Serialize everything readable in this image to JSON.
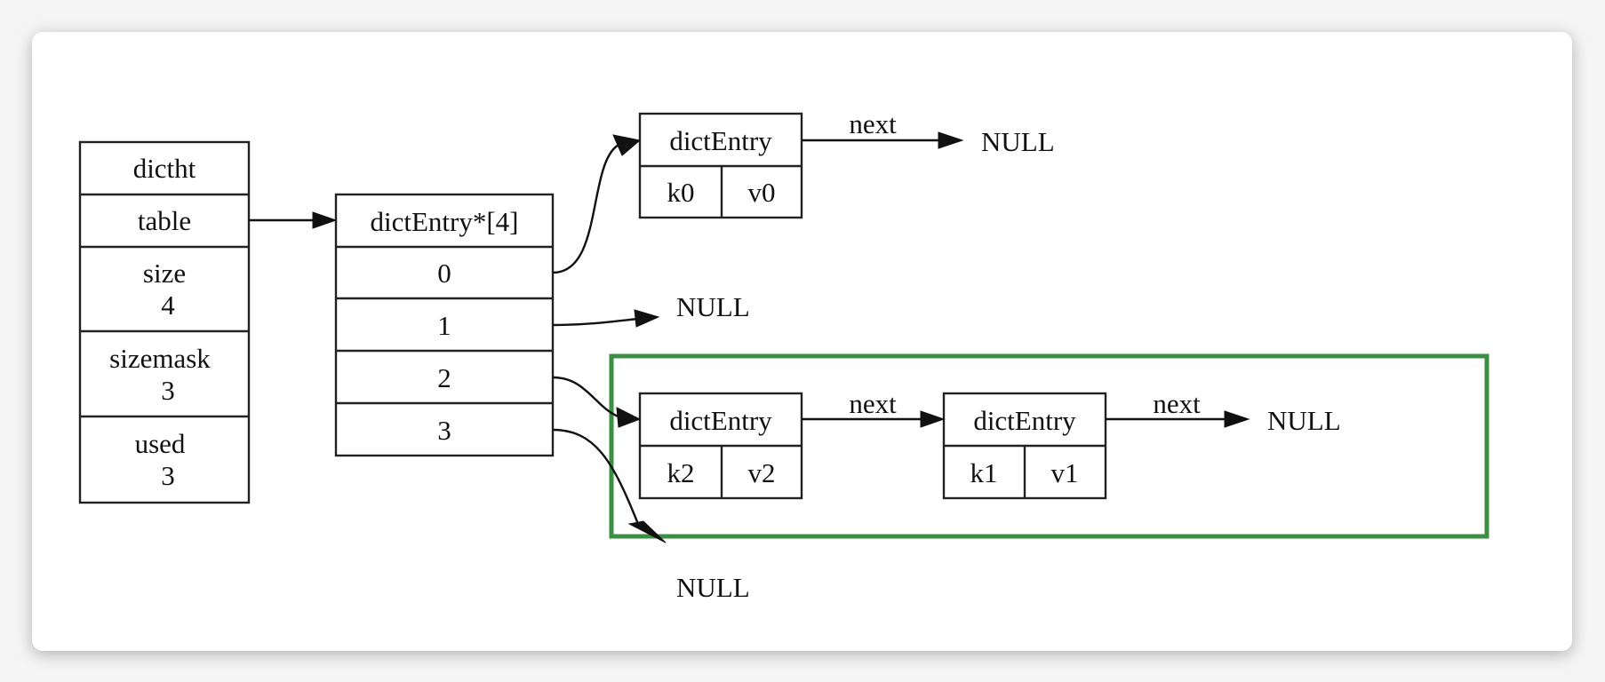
{
  "diagram": {
    "highlight_color": "#3a8f43",
    "dictht": {
      "title": "dictht",
      "fields": [
        {
          "name": "table",
          "value": ""
        },
        {
          "name": "size",
          "value": "4"
        },
        {
          "name": "sizemask",
          "value": "3"
        },
        {
          "name": "used",
          "value": "3"
        }
      ]
    },
    "table": {
      "title": "dictEntry*[4]",
      "slots": [
        "0",
        "1",
        "2",
        "3"
      ]
    },
    "entries": [
      {
        "title": "dictEntry",
        "key": "k0",
        "value": "v0",
        "next_label": "next"
      },
      {
        "title": "dictEntry",
        "key": "k2",
        "value": "v2",
        "next_label": "next"
      },
      {
        "title": "dictEntry",
        "key": "k1",
        "value": "v1",
        "next_label": "next"
      }
    ],
    "null_label": "NULL",
    "edges": [
      {
        "from": "dictht.table",
        "to": "table"
      },
      {
        "from": "table.0",
        "to": "entry.k0"
      },
      {
        "from": "entry.k0.next",
        "to": "NULL"
      },
      {
        "from": "table.1",
        "to": "NULL"
      },
      {
        "from": "table.2",
        "to": "entry.k2"
      },
      {
        "from": "entry.k2.next",
        "to": "entry.k1"
      },
      {
        "from": "entry.k1.next",
        "to": "NULL"
      },
      {
        "from": "table.3",
        "to": "NULL"
      }
    ]
  }
}
